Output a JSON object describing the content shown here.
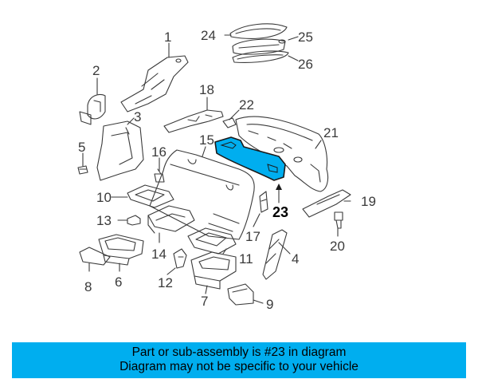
{
  "callouts": [
    "1",
    "2",
    "3",
    "4",
    "5",
    "6",
    "7",
    "8",
    "9",
    "10",
    "11",
    "12",
    "13",
    "14",
    "15",
    "16",
    "17",
    "18",
    "19",
    "20",
    "21",
    "22",
    "23",
    "24",
    "25",
    "26"
  ],
  "highlighted_part": "23",
  "highlight_color": "#00aeef",
  "banner": {
    "line1": "Part or sub-assembly is #23 in diagram",
    "line2": "Diagram may not be specific to your vehicle"
  }
}
